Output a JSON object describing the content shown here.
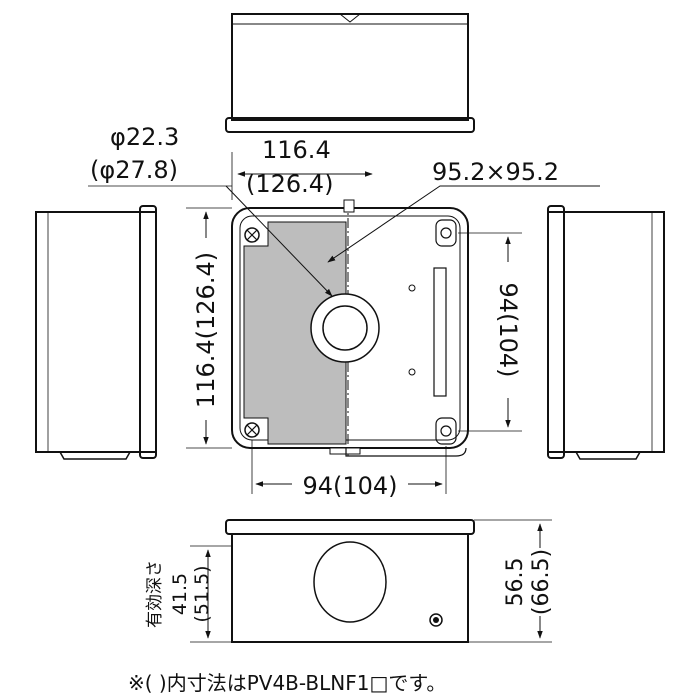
{
  "dimensions": {
    "hole_diameter": "φ22.3",
    "hole_diameter_alt": "(φ27.8)",
    "width_top": "116.4",
    "width_top_alt": "(126.4)",
    "inner_square": "95.2×95.2",
    "height_left": "116.4(126.4)",
    "pitch_right": "94(104)",
    "pitch_bottom": "94(104)",
    "depth_label": "有効深さ",
    "depth_inner": "41.5",
    "depth_inner_alt": "(51.5)",
    "depth_outer": "56.5",
    "depth_outer_alt": "(66.5)"
  },
  "footnote": "※(  )内寸法はPV4B-BLNF1□です。",
  "colors": {
    "line": "#111111",
    "section_fill": "#bdbdbd",
    "background": "#ffffff"
  }
}
